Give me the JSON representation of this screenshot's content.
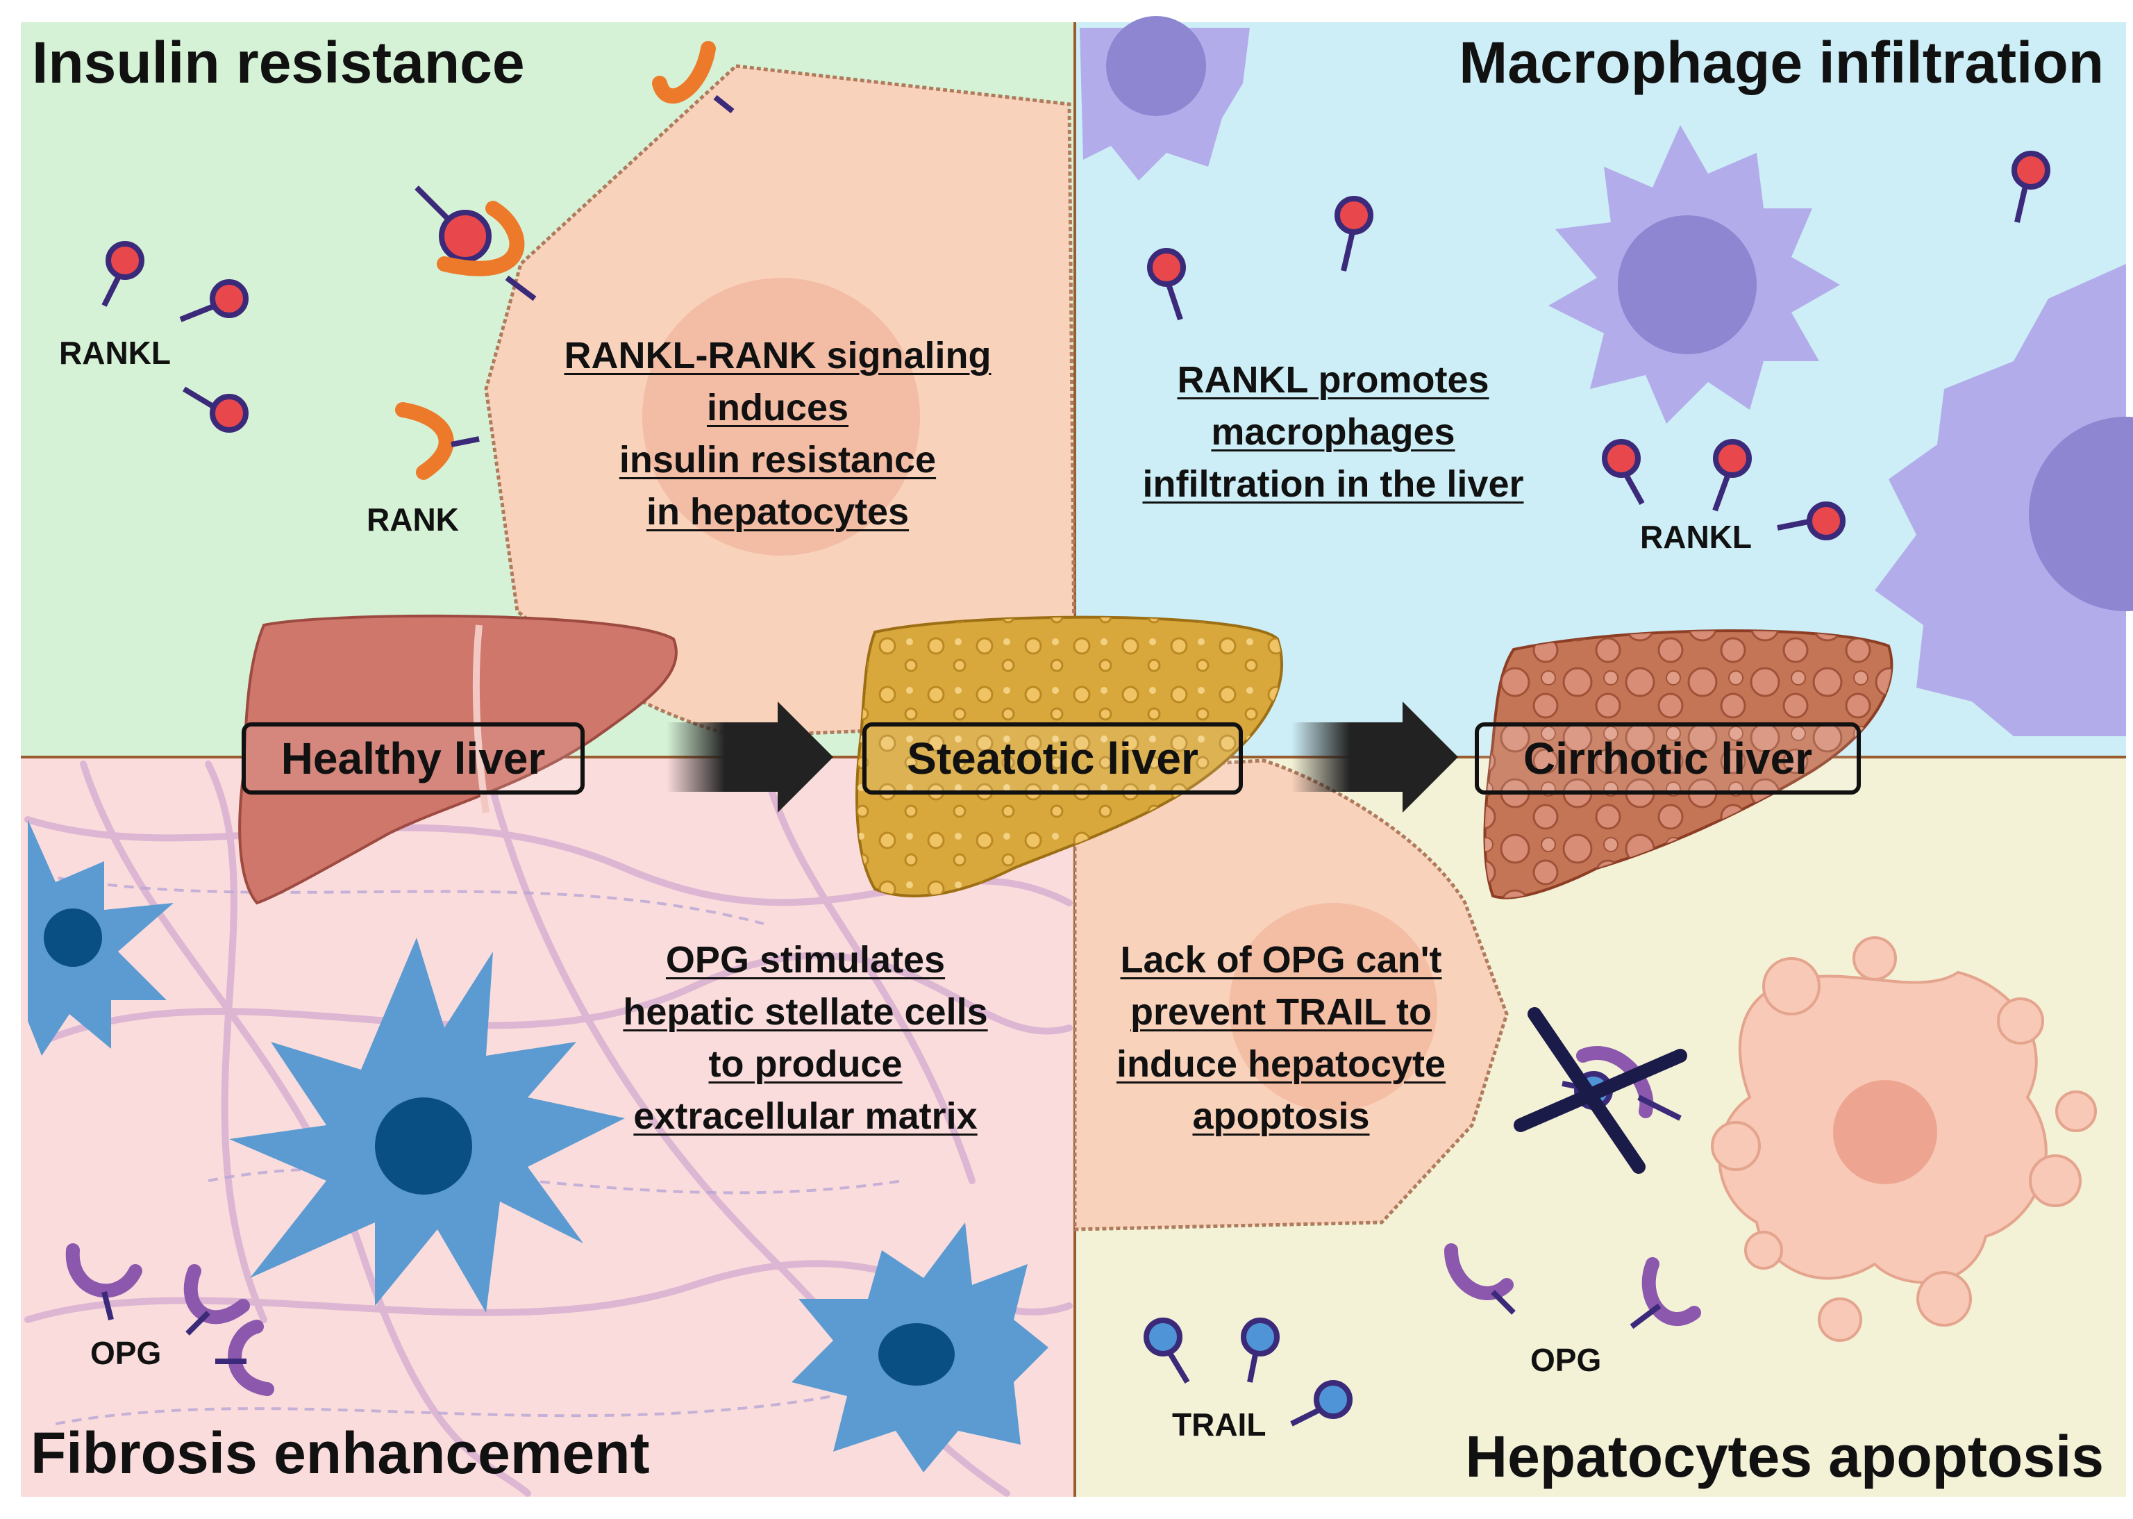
{
  "panels": {
    "top_left": {
      "title": "Insulin resistance",
      "color": "#d6f2d6",
      "caption": [
        "RANKL-RANK signaling",
        "induces",
        "insulin resistance",
        "in hepatocytes"
      ],
      "labels": {
        "rankl": "RANKL",
        "rank": "RANK"
      }
    },
    "top_right": {
      "title": "Macrophage infiltration",
      "color": "#cdeef6",
      "caption": [
        "RANKL promotes",
        "macrophages",
        "infiltration in the liver"
      ],
      "labels": {
        "rankl": "RANKL"
      }
    },
    "bottom_left": {
      "title": "Fibrosis enhancement",
      "color": "#fbdcdc",
      "caption": [
        "OPG stimulates",
        "hepatic stellate cells",
        "to produce",
        "extracellular matrix"
      ],
      "labels": {
        "opg": "OPG"
      }
    },
    "bottom_right": {
      "title": "Hepatocytes apoptosis",
      "color": "#f3f1d6",
      "caption": [
        "Lack of OPG can't",
        "prevent TRAIL to",
        "induce hepatocyte",
        "apoptosis"
      ],
      "labels": {
        "opg": "OPG",
        "trail": "TRAIL"
      }
    }
  },
  "stages": [
    "Healthy liver",
    "Steatotic liver",
    "Cirrhotic liver"
  ],
  "colors": {
    "rankl": "#e8474c",
    "rank": "#ec7a2a",
    "opg": "#8b58ad",
    "trail": "#4f94d6",
    "macrophage": "#b3acea",
    "stellate": "#5c9bd1",
    "hepatocyte": "#f9d2bb",
    "healthy_liver": "#d0776c",
    "steatotic_liver": "#d9a83c",
    "cirrhotic_liver": "#c47556",
    "divider": "#9a5b2e"
  },
  "icons": [
    "hepatocyte-cell",
    "liver",
    "arrow-right",
    "macrophage",
    "stellate-cell",
    "apoptotic-cell",
    "blocked-receptor-icon"
  ]
}
